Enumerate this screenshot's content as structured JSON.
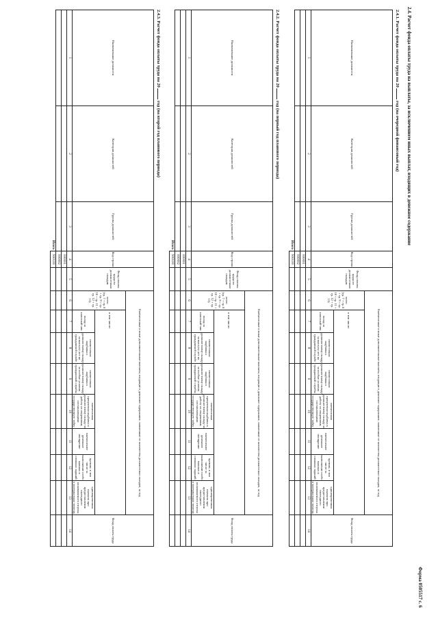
{
  "form_code": "Форма 0505517 с. 6",
  "section_title": "2.4. Расчет фонда оплаты труда на выплаты, за исключением иных выплат, входящих в денежное содержание",
  "subsections": [
    {
      "title_a": "2.4.1. Расчет фонда оплаты труда на 20",
      "title_b": "год (на очередной финансовый год)",
      "rows": [
        {
          "code": "000001"
        },
        {
          "code": "000002"
        }
      ],
      "total_code": "900100"
    },
    {
      "title_a": "2.4.2. Расчет фонда оплаты труда на 20",
      "title_b": "год (на первый год планового периода)",
      "rows": [
        {
          "code": "000001"
        },
        {
          "code": "000002"
        }
      ],
      "total_code": "900100"
    },
    {
      "title_a": "2.4.3. Расчет фонда оплаты труда на 20",
      "title_b": "год (на второй год планового периода)",
      "rows": [
        {
          "code": "000001"
        },
        {
          "code": "000002"
        }
      ],
      "total_code": "900100"
    }
  ],
  "headers": {
    "name": "Наименование должности",
    "category": "Категория должностей",
    "group": "Группа должностей",
    "code": "Код строки",
    "fund_salary": "Фонд оплаты труда по должностным окладам",
    "group_title": "Ежемесячные и иные дополнительные выплаты, входящие в денежное содержание, заявленные от количества должностных окладов, за год",
    "total": "всего",
    "total_formula": "(гр. 7 + гр. 8 + гр. 9 + гр. 10 + гр. 11 + гр. 12 + гр. 13)",
    "incl": "в том числе:",
    "c7": "оклад за классный чин",
    "c8": "ежемесячная надбавка к должностному окладу за выслугу лет на гражданской службе",
    "c9": "ежемесячная надбавка к должностному окладу за особые условия гражданской службы",
    "c10": "ежемесячная процентная надбавка к должностному окладу за работу со сведениями, составляющими государственную тайну",
    "c11": "ежемесячное денежное поощрение",
    "c12": "премии, в том числе за выполнение особо важных и сложных заданий",
    "c13": "единовременная выплата при предоставлении ежегодного оплачиваемого отпуска и материальная помощь",
    "fund_total": "Фонд оплаты труда",
    "itogo": "Итого"
  },
  "col_numbers": [
    "1",
    "2",
    "3",
    "4",
    "5",
    "6",
    "7",
    "8",
    "9",
    "10",
    "11",
    "12",
    "13",
    "14"
  ]
}
